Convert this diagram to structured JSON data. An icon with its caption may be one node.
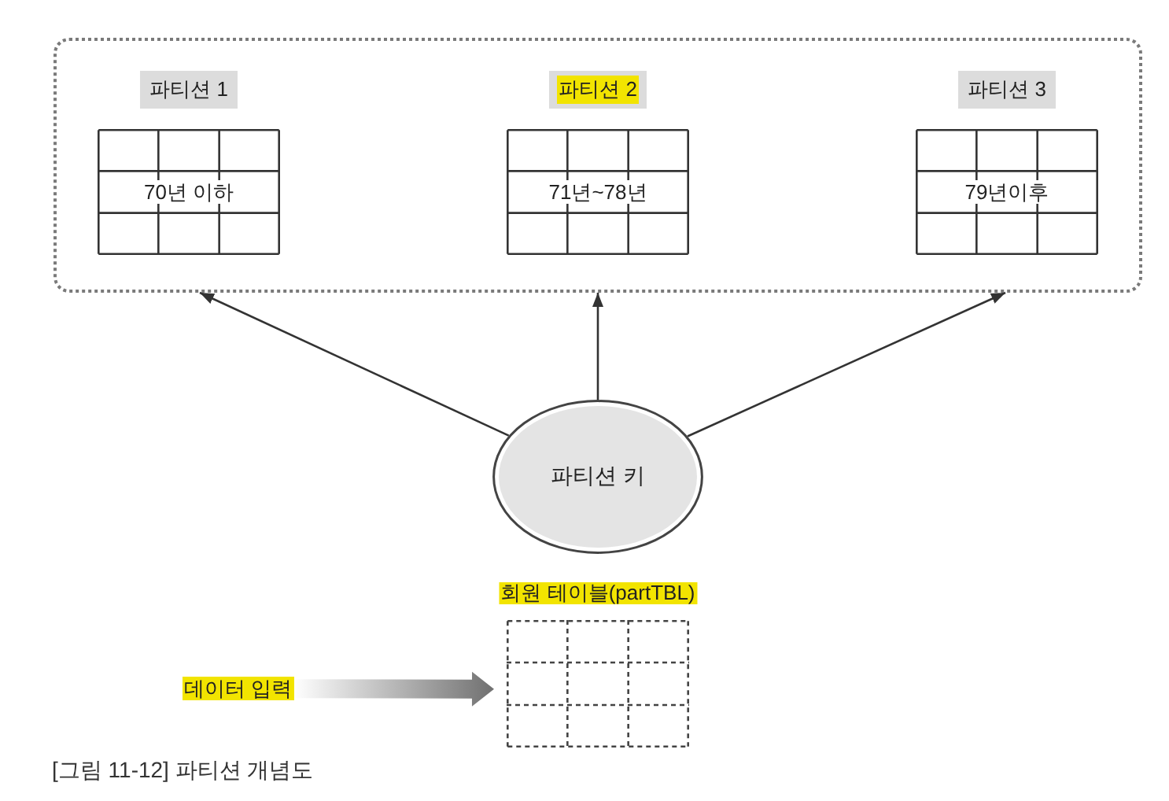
{
  "diagram": {
    "caption": "[그림 11-12] 파티션 개념도",
    "nodes": [
      {
        "text": [],
        "shape": "box"
      },
      {
        "text": [
          "파티션 1",
          "70년 이하"
        ],
        "in": 0
      },
      {
        "text": [
          "파티션 2",
          "71년~78년"
        ],
        "in": 0
      },
      {
        "text": [
          "파티션 3",
          "79년이후"
        ],
        "in": 0
      },
      {
        "text": [
          "파티션 키"
        ]
      },
      {
        "text": [
          "회원 테이블(partTBL)"
        ]
      },
      {
        "text": [
          "데이터 입력"
        ]
      }
    ],
    "edges": [
      {
        "from": 4,
        "to": 0,
        "arrow": "to"
      },
      {
        "from": 4,
        "to": 0,
        "arrow": "to"
      },
      {
        "from": 4,
        "to": 0,
        "arrow": "to"
      },
      {
        "from": 6,
        "to": 5,
        "arrow": "to",
        "style": "thick",
        "color": "#707070"
      }
    ]
  }
}
